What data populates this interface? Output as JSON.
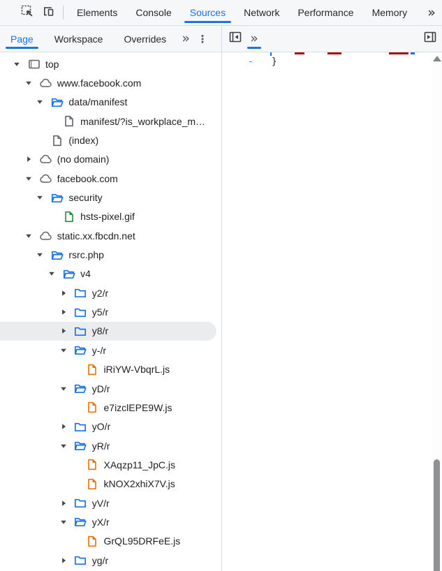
{
  "main_tabs": {
    "items": [
      {
        "label": "Elements"
      },
      {
        "label": "Console"
      },
      {
        "label": "Sources"
      },
      {
        "label": "Network"
      },
      {
        "label": "Performance"
      },
      {
        "label": "Memory"
      }
    ],
    "active": "Sources"
  },
  "nav_tabs": {
    "items": [
      {
        "label": "Page"
      },
      {
        "label": "Workspace"
      },
      {
        "label": "Overrides"
      }
    ],
    "active": "Page"
  },
  "icons": {
    "double_chevron": "»",
    "kebab": "⋮"
  },
  "tree": {
    "rows": [
      {
        "level": 0,
        "arrow": "down",
        "icon": "frame",
        "label": "top"
      },
      {
        "level": 1,
        "arrow": "down",
        "icon": "cloud",
        "label": "www.facebook.com"
      },
      {
        "level": 2,
        "arrow": "down",
        "icon": "folder-open",
        "label": "data/manifest"
      },
      {
        "level": 3,
        "arrow": null,
        "icon": "file",
        "label": "manifest/?is_workplace_m…"
      },
      {
        "level": 2,
        "arrow": null,
        "icon": "file",
        "label": "(index)"
      },
      {
        "level": 1,
        "arrow": "right",
        "icon": "cloud",
        "label": "(no domain)"
      },
      {
        "level": 1,
        "arrow": "down",
        "icon": "cloud",
        "label": "facebook.com"
      },
      {
        "level": 2,
        "arrow": "down",
        "icon": "folder-open",
        "label": "security"
      },
      {
        "level": 3,
        "arrow": null,
        "icon": "file-img",
        "label": "hsts-pixel.gif"
      },
      {
        "level": 1,
        "arrow": "down",
        "icon": "cloud",
        "label": "static.xx.fbcdn.net"
      },
      {
        "level": 2,
        "arrow": "down",
        "icon": "folder-open",
        "label": "rsrc.php"
      },
      {
        "level": 3,
        "arrow": "down",
        "icon": "folder-open",
        "label": "v4"
      },
      {
        "level": 4,
        "arrow": "right",
        "icon": "folder",
        "label": "y2/r"
      },
      {
        "level": 4,
        "arrow": "right",
        "icon": "folder",
        "label": "y5/r"
      },
      {
        "level": 4,
        "arrow": "right",
        "icon": "folder",
        "label": "y8/r",
        "highlighted": true
      },
      {
        "level": 4,
        "arrow": "down",
        "icon": "folder-open",
        "label": "y-/r"
      },
      {
        "level": 5,
        "arrow": null,
        "icon": "file-js",
        "label": "iRiYW-VbqrL.js"
      },
      {
        "level": 4,
        "arrow": "down",
        "icon": "folder-open",
        "label": "yD/r"
      },
      {
        "level": 5,
        "arrow": null,
        "icon": "file-js",
        "label": "e7izclEPE9W.js"
      },
      {
        "level": 4,
        "arrow": "right",
        "icon": "folder",
        "label": "yO/r"
      },
      {
        "level": 4,
        "arrow": "down",
        "icon": "folder-open",
        "label": "yR/r"
      },
      {
        "level": 5,
        "arrow": null,
        "icon": "file-js",
        "label": "XAqzp11_JpC.js"
      },
      {
        "level": 5,
        "arrow": null,
        "icon": "file-js",
        "label": "kNOX2xhiX7V.js"
      },
      {
        "level": 4,
        "arrow": "right",
        "icon": "folder",
        "label": "yV/r"
      },
      {
        "level": 4,
        "arrow": "down",
        "icon": "folder-open",
        "label": "yX/r"
      },
      {
        "level": 5,
        "arrow": null,
        "icon": "file-js",
        "label": "GrQL95DRFeE.js"
      },
      {
        "level": 4,
        "arrow": "right",
        "icon": "folder",
        "label": "yg/r"
      }
    ]
  },
  "editor": {
    "gutter_mark": "-",
    "code_line": "}"
  },
  "colors": {
    "accent": "#1a73e8",
    "folder_blue": "#1a73e8",
    "js_orange": "#e8710a",
    "img_green": "#1e8e3e",
    "icon_gray": "#5f6368",
    "arrow": "#46484b",
    "syntax_red": "#a31515",
    "syntax_blue": "#1a73e8"
  }
}
